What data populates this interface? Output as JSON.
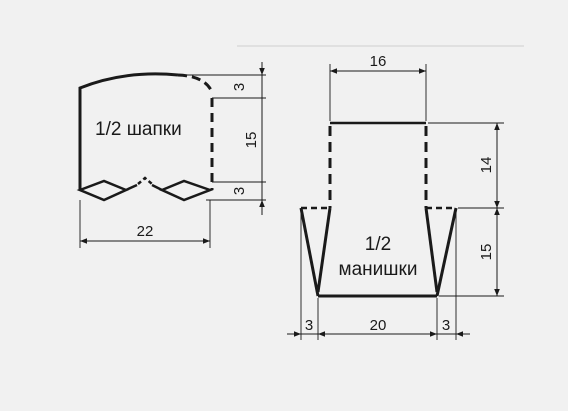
{
  "hat": {
    "title": "1/2 шапки",
    "dim_top": "3",
    "dim_mid": "15",
    "dim_bottom": "3",
    "dim_width": "22"
  },
  "front": {
    "title_line1": "1/2",
    "title_line2": "манишки",
    "dim_top_width": "16",
    "dim_upper": "14",
    "dim_lower": "15",
    "dim_left": "3",
    "dim_bottom_width": "20",
    "dim_right": "3"
  },
  "colors": {
    "background": "#f1f1f1",
    "line": "#1a1a1a",
    "rule": "#cfcfcf"
  }
}
